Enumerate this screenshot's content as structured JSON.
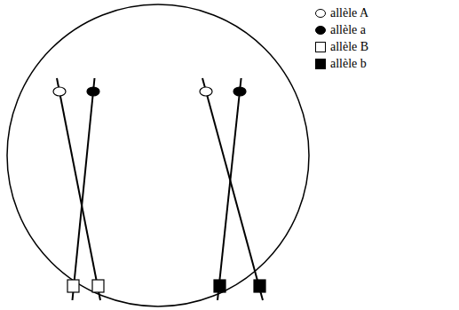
{
  "diagram": {
    "legend": [
      {
        "text": "allèle A"
      },
      {
        "text": "allèle a"
      },
      {
        "text": "allèle B"
      },
      {
        "text": "allèle b"
      }
    ]
  }
}
